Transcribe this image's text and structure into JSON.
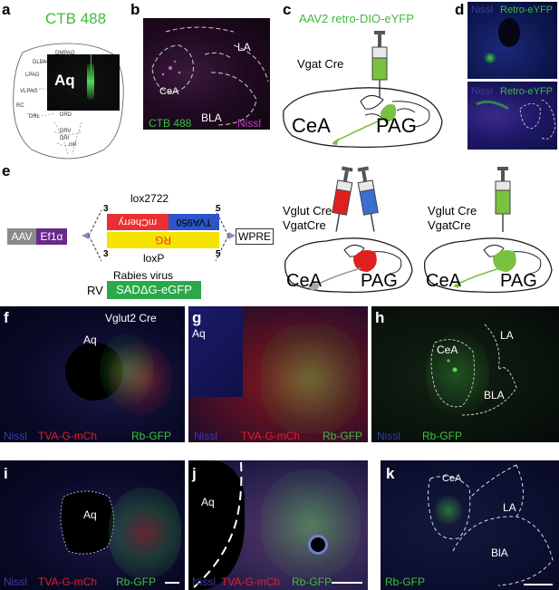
{
  "panels": {
    "a": {
      "letter": "a",
      "tracer": "CTB 488",
      "aqueduct": "Aq",
      "regions": [
        "DMPAG",
        "DLPAG",
        "LPAG",
        "VLPAG",
        "RC",
        "DRL",
        "DRD",
        "DRV",
        "DRI",
        "mlf"
      ]
    },
    "b": {
      "letter": "b",
      "la": "LA",
      "cea": "CeA",
      "bla": "BLA",
      "stain_green": "CTB 488",
      "stain_magenta": "Nissl"
    },
    "c": {
      "letter": "c",
      "virus": "AAV2 retro-DIO-eYFP",
      "line": "Vgat Cre",
      "cea": "CeA",
      "pag": "PAG"
    },
    "d": {
      "letter": "d",
      "top_nissl": "Nissl",
      "top_retro": "Retro-eYFP",
      "bottom_nissl": "Nissl",
      "bottom_retro": "Retro-eYFP"
    },
    "e": {
      "letter": "e",
      "aav": "AAV",
      "promoter": "Ef1α",
      "lox2722": "lox2722",
      "loxp": "loxP",
      "tva": "TVA950",
      "mcherry": "mCherry",
      "rg": "RG",
      "wpre": "WPRE",
      "three_top": "3",
      "five_top": "5",
      "three_bottom": "3",
      "five_bottom": "5",
      "rabies_label": "Rabies virus",
      "rv": "RV",
      "sad": "SADΔG-eGFP",
      "mid_line1": "Vglut Cre",
      "mid_line2": "VgatCre",
      "mid_cea": "CeA",
      "mid_pag": "PAG",
      "right_line1": "Vglut Cre",
      "right_line2": "VgatCre",
      "right_cea": "CeA",
      "right_pag": "PAG"
    },
    "f": {
      "letter": "f",
      "line": "Vglut2 Cre",
      "aq": "Aq",
      "nissl": "Nissl",
      "tva": "TVA-G-mCh",
      "rb": "Rb-GFP"
    },
    "g": {
      "letter": "g",
      "aq": "Aq",
      "nissl": "Nissl",
      "tva": "TVA-G-mCh",
      "rb": "Rb-GFP"
    },
    "h": {
      "letter": "h",
      "cea": "CeA",
      "la": "LA",
      "bla": "BLA",
      "nissl": "Nissl",
      "rb": "Rb-GFP"
    },
    "i": {
      "letter": "i",
      "aq": "Aq",
      "nissl": "Nissl",
      "tva": "TVA-G-mCh",
      "rb": "Rb-GFP"
    },
    "j": {
      "letter": "j",
      "aq": "Aq",
      "nissl": "Nissl",
      "tva": "TVA-G-mCh",
      "rb": "Rb-GFP"
    },
    "k": {
      "letter": "k",
      "cea": "CeA",
      "la": "LA",
      "bla": "BlA",
      "rb": "Rb-GFP"
    }
  },
  "colors": {
    "green_label": "#3dbb3d",
    "magenta_label": "#c040c0",
    "nissl_blue": "#3a3aa8",
    "tva_red": "#e0202a",
    "rb_green": "#40c040",
    "pag_green": "#7ac142",
    "syringe_red": "#e02020",
    "syringe_blue": "#3a6fd0",
    "construct_red": "#e83030",
    "construct_blue": "#2e55c8",
    "construct_yellow": "#f5e300",
    "ef1a_purple": "#6a2a8a",
    "aav_gray": "#8a8a8a",
    "sad_green": "#2aa84a"
  }
}
